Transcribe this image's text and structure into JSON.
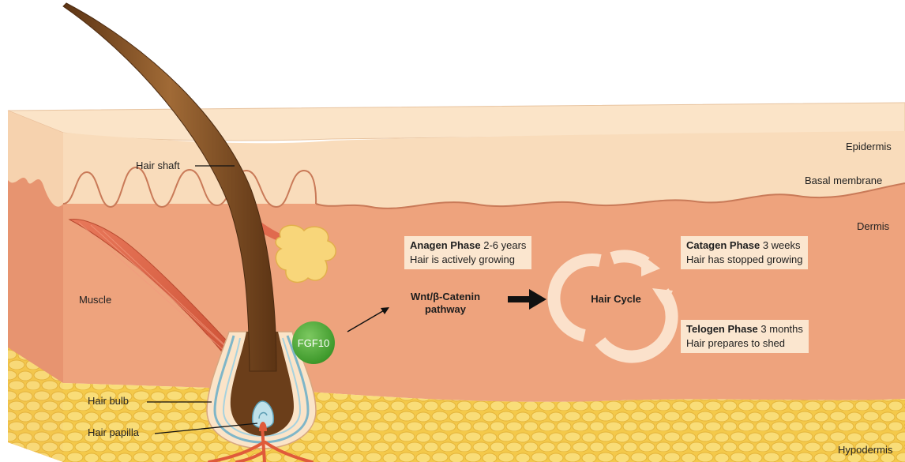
{
  "layers": {
    "epidermis": "Epidermis",
    "basal_membrane": "Basal membrane",
    "dermis": "Dermis",
    "hypodermis": "Hypodermis"
  },
  "structures": {
    "hair_shaft": "Hair shaft",
    "muscle": "Muscle",
    "hair_bulb": "Hair bulb",
    "hair_papilla": "Hair papilla"
  },
  "fgf10": "FGF10",
  "pathway": {
    "line1": "Wnt/β-Catenin",
    "line2": "pathway"
  },
  "hair_cycle": "Hair Cycle",
  "phases": {
    "anagen": {
      "name": "Anagen Phase",
      "duration": "2-6 years",
      "description": "Hair is actively growing"
    },
    "catagen": {
      "name": "Catagen Phase",
      "duration": "3 weeks",
      "description": "Hair has stopped growing"
    },
    "telogen": {
      "name": "Telogen Phase",
      "duration": "3 months",
      "description": "Hair prepares to shed"
    }
  },
  "colors": {
    "epidermis": "#f8dcbc",
    "dermis": "#eda27c",
    "hypodermis": "#f6d15e",
    "hair": "#7a4a22",
    "muscle": "#e06a4e",
    "fgf10": "#4ea33a"
  }
}
